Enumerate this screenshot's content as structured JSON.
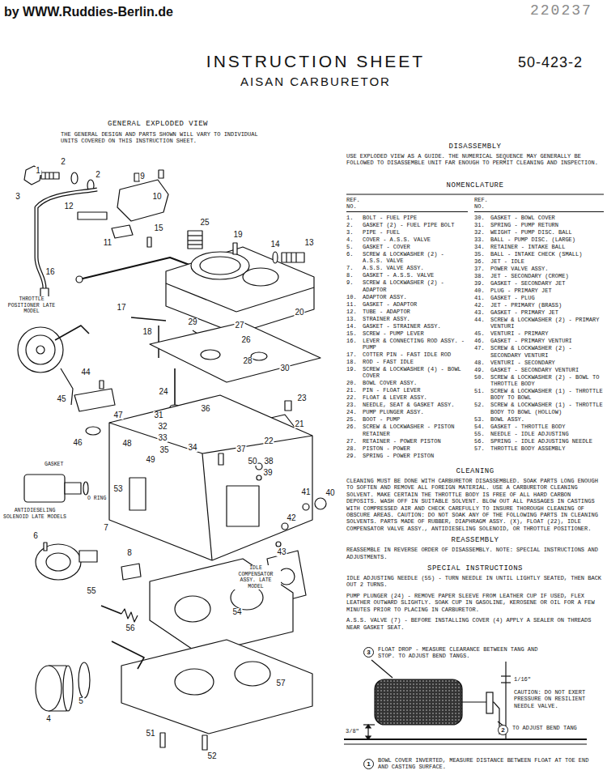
{
  "diagram": {
    "title": "INSTRUCTION SHEET",
    "nodes": [
      {
        "text": [
          "3"
        ]
      },
      {
        "text": [
          "2"
        ]
      },
      {
        "text": [
          "1"
        ]
      }
    ],
    "labels": [
      "by WWW.Ruddies-Berlin.de",
      "220237",
      "AISAN CARBURETOR",
      "50-423-2",
      "GENERAL EXPLODED VIEW",
      "THE GENERAL DESIGN AND PARTS SHOWN WILL VARY TO INDIVIDUAL UNITS COVERED ON THIS INSTRUCTION SHEET.",
      "DISASSEMBLY",
      "USE EXPLODED VIEW AS A GUIDE. THE NUMERICAL SEQUENCE MAY GENERALLY BE FOLLOWED TO DISASSEMBLE UNIT FAR ENOUGH TO PERMIT CLEANING AND INSPECTION.",
      "NOMENCLATURE",
      "REF. NO.",
      "REF. NO.",
      "1.",
      "BOLT - FUEL PIPE",
      "2.",
      "GASKET (2) - FUEL PIPE BOLT",
      "3.",
      "PIPE - FUEL",
      "4.",
      "COVER - A.S.S. VALVE",
      "5.",
      "GASKET - COVER",
      "6.",
      "SCREW & LOCKWASHER (2) - A.S.S. VALVE",
      "7.",
      "A.S.S. VALVE ASSY.",
      "8.",
      "GASKET - A.S.S. VALVE",
      "9.",
      "SCREW & LOCKWASHER (2) - ADAPTOR",
      "10.",
      "ADAPTOR ASSY.",
      "11.",
      "GASKET - ADAPTOR",
      "12.",
      "TUBE - ADAPTOR",
      "13.",
      "STRAINER ASSY.",
      "14.",
      "GASKET - STRAINER ASSY.",
      "15.",
      "SCREW - PUMP LEVER",
      "16.",
      "LEVER & CONNECTING ROD ASSY. - PUMP",
      "17.",
      "COTTER PIN - FAST IDLE ROD",
      "18.",
      "ROD - FAST IDLE",
      "19.",
      "SCREW & LOCKWASHER (4) - BOWL COVER",
      "20.",
      "BOWL COVER ASSY.",
      "21.",
      "PIN - FLOAT LEVER",
      "22.",
      "FLOAT & LEVER ASSY.",
      "23.",
      "NEEDLE, SEAT & GASKET ASSY.",
      "24.",
      "PUMP PLUNGER ASSY.",
      "25.",
      "BOOT - PUMP",
      "26.",
      "SCREW & LOCKWASHER - PISTON RETAINER",
      "27.",
      "RETAINER - POWER PISTON",
      "28.",
      "PISTON - POWER",
      "29.",
      "SPRING - POWER PISTON",
      "30.",
      "GASKET - BOWL COVER",
      "31.",
      "SPRING - PUMP RETURN",
      "32.",
      "WEIGHT - PUMP DISC. BALL",
      "33.",
      "BALL - PUMP DISC. (LARGE)",
      "34.",
      "RETAINER - INTAKE BALL",
      "35.",
      "BALL - INTAKE CHECK (SMALL)",
      "36.",
      "JET - IDLE",
      "37.",
      "POWER VALVE ASSY.",
      "38.",
      "JET - SECONDARY (CROME)",
      "39.",
      "GASKET - SECONDARY JET",
      "40.",
      "PLUG - PRIMARY JET",
      "41.",
      "GASKET - PLUG",
      "42.",
      "JET - PRIMARY (BRASS)",
      "43.",
      "GASKET - PRIMARY JET",
      "44.",
      "SCREW & LOCKWASHER (2) - PRIMARY VENTURI",
      "45.",
      "VENTURI - PRIMARY",
      "46.",
      "GASKET - PRIMARY VENTURI",
      "47.",
      "SCREW & LOCKWASHER (2) - SECONDARY VENTURI",
      "48.",
      "VENTURI - SECONDARY",
      "49.",
      "GASKET - SECONDARY VENTURI",
      "50.",
      "SCREW & LOCKWASHER (2) - BOWL TO THROTTLE BODY",
      "51.",
      "SCREW & LOCKWASHER (1) - THROTTLE BODY TO BOWL",
      "52.",
      "SCREW & LOCKWASHER (1) - THROTTLE BODY TO BOWL (HOLLOW)",
      "53.",
      "BOWL ASSY.",
      "54.",
      "GASKET - THROTTLE BODY",
      "55.",
      "NEEDLE - IDLE ADJUSTING",
      "56.",
      "SPRING - IDLE ADJUSTING NEEDLE",
      "57.",
      "THROTTLE BODY ASSEMBLY",
      "CLEANING",
      "CLEANING MUST BE DONE WITH CARBURETOR DISASSEMBLED. SOAK PARTS LONG ENOUGH TO SOFTEN AND REMOVE ALL FOREIGN MATERIAL. USE A CARBURETOR CLEANING SOLVENT. MAKE CERTAIN THE THROTTLE BODY IS FREE OF ALL HARD CARBON DEPOSITS. WASH OFF IN SUITABLE SOLVENT. BLOW OUT ALL PASSAGES IN CASTINGS WITH COMPRESSED AIR AND CHECK CAREFULLY TO INSURE THOROUGH CLEANING OF OBSCURE AREAS. CAUTION: DO NOT SOAK ANY OF THE FOLLOWING PARTS IN CLEANING SOLVENTS. PARTS MADE OF RUBBER, DIAPHRAGM ASSY. (X), FLOAT (22), IDLE COMPENSATOR VALVE ASSY., ANTIDIESELING SOLENOID, OR THROTTLE POSITIONER.",
      "REASSEMBLY",
      "REASSEMBLE IN REVERSE ORDER OF DISASSEMBLY. NOTE: SPECIAL INSTRUCTIONS AND ADJUSTMENTS.",
      "SPECIAL INSTRUCTIONS",
      "IDLE ADJUSTING NEEDLE (55) - TURN NEEDLE IN UNTIL LIGHTLY SEATED, THEN BACK OUT 2 TURNS.",
      "PUMP PLUNGER (24) - REMOVE PAPER SLEEVE FROM LEATHER CUP IF USED, FLEX LEATHER OUTWARD SLIGHTLY. SOAK CUP IN GASOLINE, KEROSENE OR OIL FOR A FEW MINUTES PRIOR TO PLACING IN CARBURETOR.",
      "A.S.S. VALVE (7) - BEFORE INSTALLING COVER (4) APPLY A SEALER ON THREADS NEAR GASKET SEAT.",
      "FLOAT DROP - MEASURE CLEARANCE BETWEEN TANG AND STOP. TO ADJUST BEND TANGS.",
      "1/16\"",
      "CAUTION: DO NOT EXERT PRESSURE ON RESILIENT NEEDLE VALVE.",
      "3/8\"",
      "TO ADJUST BEND TANG",
      "BOWL COVER INVERTED, MEASURE DISTANCE BETWEEN FLOAT AT TOE END AND CASTING SURFACE.",
      "THROTTLE POSITIONER LATE MODEL",
      "GASKET",
      "O RING",
      "ANTIDIESELING SOLENOID LATE MODELS",
      "IDLE COMPENSATOR ASSY. LATE MODEL",
      "1",
      "2",
      "2",
      "3",
      "4",
      "5",
      "6",
      "7",
      "8",
      "9",
      "10",
      "11",
      "12",
      "13",
      "14",
      "15",
      "16",
      "17",
      "18",
      "19",
      "20",
      "21",
      "22",
      "23",
      "24",
      "25",
      "26",
      "27",
      "28",
      "29",
      "30",
      "31",
      "32",
      "33",
      "34",
      "35",
      "36",
      "37",
      "38",
      "39",
      "40",
      "41",
      "42",
      "43",
      "44",
      "45",
      "46",
      "47",
      "48",
      "49",
      "50",
      "51",
      "52",
      "53",
      "54",
      "55",
      "56",
      "57"
    ]
  }
}
